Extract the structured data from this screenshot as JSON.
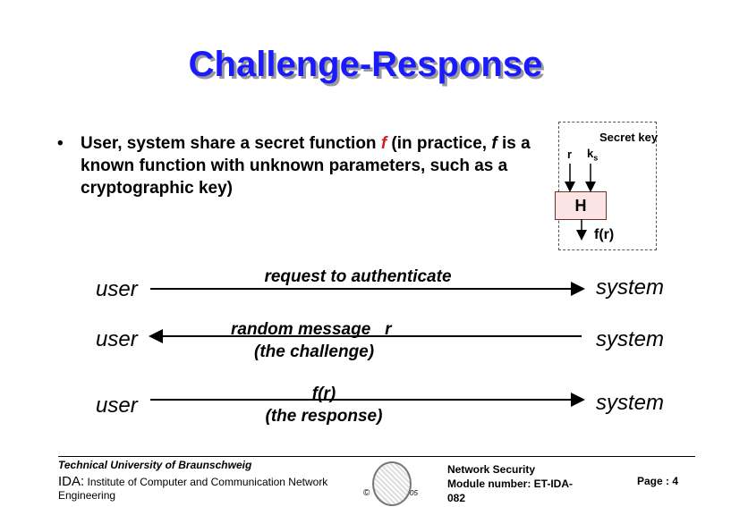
{
  "slide": {
    "title": "Challenge-Response",
    "bullet_symbol": "•",
    "bullet_line1_pre": "User, system share a secret function ",
    "bullet_line1_f": "f",
    "bullet_line1_mid": "  (in practice, ",
    "bullet_line1_f2": "f",
    "bullet_line1_post": " is a",
    "bullet_line2": "known function with unknown parameters, such as a",
    "bullet_line3": "cryptographic key)"
  },
  "diagram": {
    "secret_key_label": "Secret key",
    "r_label": "r",
    "ks_label": "k",
    "ks_sub": "s",
    "h_label": "H",
    "fr_label": "f(r)"
  },
  "exchange": {
    "rows": [
      {
        "left": "user",
        "right": "system",
        "message": [
          "request to authenticate"
        ],
        "direction": "right"
      },
      {
        "left": "user",
        "right": "system",
        "message": [
          "random message   r",
          "(the challenge)"
        ],
        "direction": "left"
      },
      {
        "left": "user",
        "right": "system",
        "message": [
          "f(r)",
          "(the response)"
        ],
        "direction": "right"
      }
    ]
  },
  "footer": {
    "university": "Technical University of Braunschweig",
    "ida_prefix": "IDA:",
    "ida_rest": " Institute of Computer and Communication Network",
    "ida_line2": "Engineering",
    "copyright": "©",
    "year": "05",
    "course_line1": "Network Security",
    "course_line2": "Module number: ET-IDA-",
    "course_line3": "082",
    "page": "Page :  4"
  },
  "colors": {
    "title": "#1a1aff",
    "title_shadow": "#9a9a9a",
    "h_box_fill": "#fde4e4",
    "f_red": "#cc2222"
  }
}
